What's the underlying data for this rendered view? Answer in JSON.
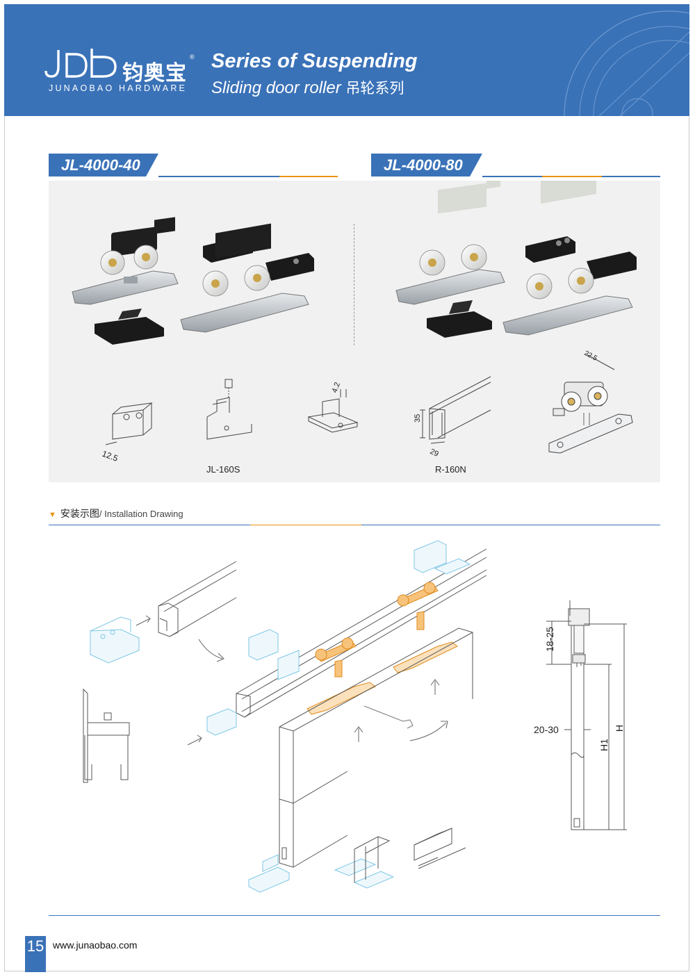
{
  "brand": {
    "logo_text": "JDB",
    "name_cn": "钧奥宝",
    "registered": "®",
    "name_en": "JUNAOBAO HARDWARE"
  },
  "header": {
    "title_line1": "Series of Suspending",
    "title_line2": "Sliding door roller",
    "title_line2_cn": "吊轮系列"
  },
  "products": [
    {
      "model": "JL-4000-40"
    },
    {
      "model": "JL-4000-80"
    }
  ],
  "accessories": {
    "bracket_dim": "12.5",
    "bracket_model": "JL-160S",
    "guide_dim": "4.2",
    "track_height": "35",
    "track_width": "29",
    "track_model": "R-160N",
    "roller_dim": "22.5"
  },
  "installation": {
    "title_cn": "安装示图",
    "title_sep": "/ ",
    "title_en": "Installation Drawing",
    "dim_gap": "18-25",
    "dim_door_gap": "20-30",
    "dim_h1": "H1",
    "dim_h": "H"
  },
  "footer": {
    "page_number": "15",
    "website": "www.junaobao.com"
  },
  "colors": {
    "brand_blue": "#3a72b8",
    "accent_orange": "#e8920f",
    "panel_grey": "#f1f1f1",
    "part_orange": "#f2a94a",
    "part_blue": "#7ec6e6"
  }
}
